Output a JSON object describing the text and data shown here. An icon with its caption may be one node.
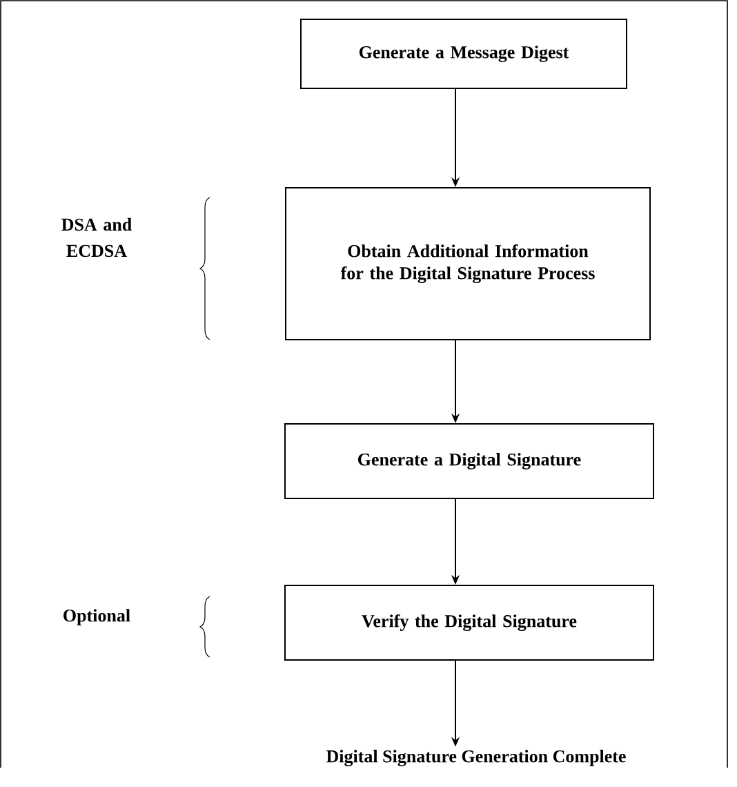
{
  "diagram": {
    "nodes": [
      {
        "text": [
          "Generate a Message Digest"
        ]
      },
      {
        "text": [
          "Obtain Additional Information for the Digital Signature Process"
        ]
      },
      {
        "text": [
          "Generate a Digital Signature"
        ]
      },
      {
        "text": [
          "Verify the Digital Signature"
        ]
      },
      {
        "text": [
          "Digital Signature Generation Complete"
        ]
      }
    ],
    "edges": [
      {
        "from": 0,
        "to": 1,
        "arrow": "to"
      },
      {
        "from": 1,
        "to": 2,
        "arrow": "to"
      },
      {
        "from": 2,
        "to": 3,
        "arrow": "to"
      },
      {
        "from": 3,
        "to": 4,
        "arrow": "to"
      }
    ],
    "labels": [
      "DSA and ECDSA",
      "Optional"
    ]
  }
}
